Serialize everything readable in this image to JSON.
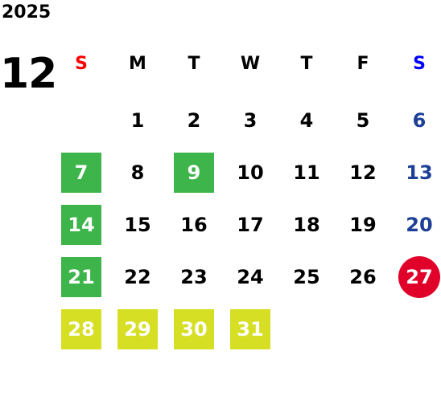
{
  "calendar": {
    "year": "2025",
    "month": "12",
    "weekdays": [
      "S",
      "M",
      "T",
      "W",
      "T",
      "F",
      "S"
    ],
    "colors": {
      "sunday": "#ff0000",
      "saturday_header": "#0000ff",
      "saturday_dates": "#1e3f96",
      "highlight_green": "#3db54a",
      "highlight_yellow": "#d6df24",
      "highlight_red": "#e0002a"
    },
    "weeks": [
      [
        "",
        "1",
        "2",
        "3",
        "4",
        "5",
        "6"
      ],
      [
        "7",
        "8",
        "9",
        "10",
        "11",
        "12",
        "13"
      ],
      [
        "14",
        "15",
        "16",
        "17",
        "18",
        "19",
        "20"
      ],
      [
        "21",
        "22",
        "23",
        "24",
        "25",
        "26",
        "27"
      ],
      [
        "28",
        "29",
        "30",
        "31",
        "",
        "",
        ""
      ]
    ]
  }
}
